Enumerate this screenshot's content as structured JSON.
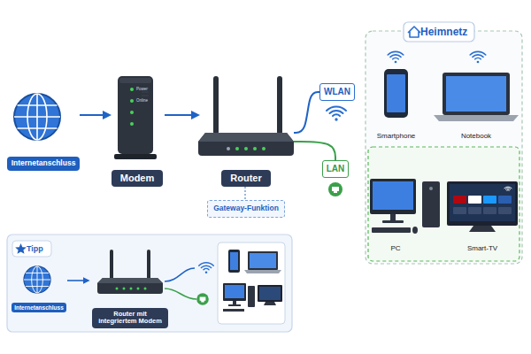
{
  "diagram": {
    "nodes": [
      {
        "text": [
          "Internetanschluss"
        ]
      },
      {
        "text": [
          "Modem"
        ]
      },
      {
        "text": [
          "Router"
        ]
      },
      {
        "text": [
          "Gateway-Funktion"
        ]
      },
      {
        "text": [
          "WLAN"
        ]
      },
      {
        "text": [
          "LAN"
        ]
      },
      {
        "text": [
          "Heimnetz"
        ]
      },
      {
        "text": [
          "Smartphone"
        ],
        "in": 6
      },
      {
        "text": [
          "Notebook"
        ],
        "in": 6
      },
      {
        "text": [
          "PC"
        ],
        "in": 6
      },
      {
        "text": [
          "Smart-TV"
        ],
        "in": 6
      },
      {
        "text": [
          "Tipp"
        ]
      },
      {
        "text": [
          "Internetanschluss"
        ],
        "in": 11
      },
      {
        "text": [
          "Router mit integriertem Modem"
        ],
        "in": 11
      }
    ],
    "edges": [
      {
        "from": 0,
        "to": 1,
        "arrow": "to"
      },
      {
        "from": 1,
        "to": 2,
        "arrow": "to"
      },
      {
        "from": 2,
        "to": 3,
        "arrow": "none"
      },
      {
        "from": 2,
        "to": 4,
        "arrow": "none"
      },
      {
        "from": 2,
        "to": 5,
        "arrow": "none"
      },
      {
        "from": 12,
        "to": 13,
        "arrow": "to"
      }
    ],
    "labels": [
      "Power",
      "Online"
    ]
  }
}
